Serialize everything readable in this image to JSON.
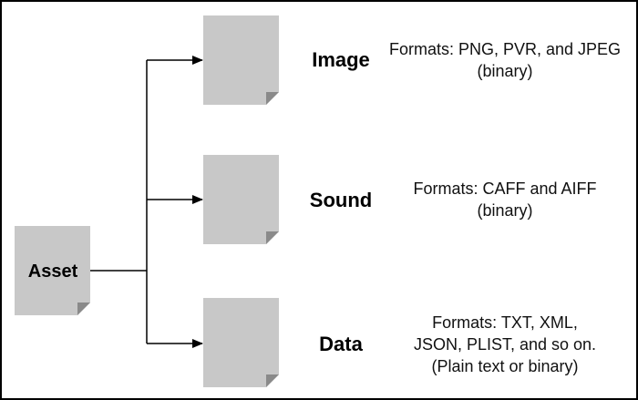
{
  "root": {
    "label": "Asset"
  },
  "branches": [
    {
      "label": "Image",
      "description": [
        "Formats: PNG, PVR, and JPEG",
        "(binary)"
      ]
    },
    {
      "label": "Sound",
      "description": [
        "Formats: CAFF and AIFF",
        "(binary)"
      ]
    },
    {
      "label": "Data",
      "description": [
        "Formats: TXT, XML,",
        "JSON, PLIST, and so on.",
        "(Plain text or binary)"
      ]
    }
  ],
  "colors": {
    "document_fill": "#c8c8c8",
    "document_fold": "#8a8a8a",
    "line": "#000000",
    "border": "#000000"
  }
}
